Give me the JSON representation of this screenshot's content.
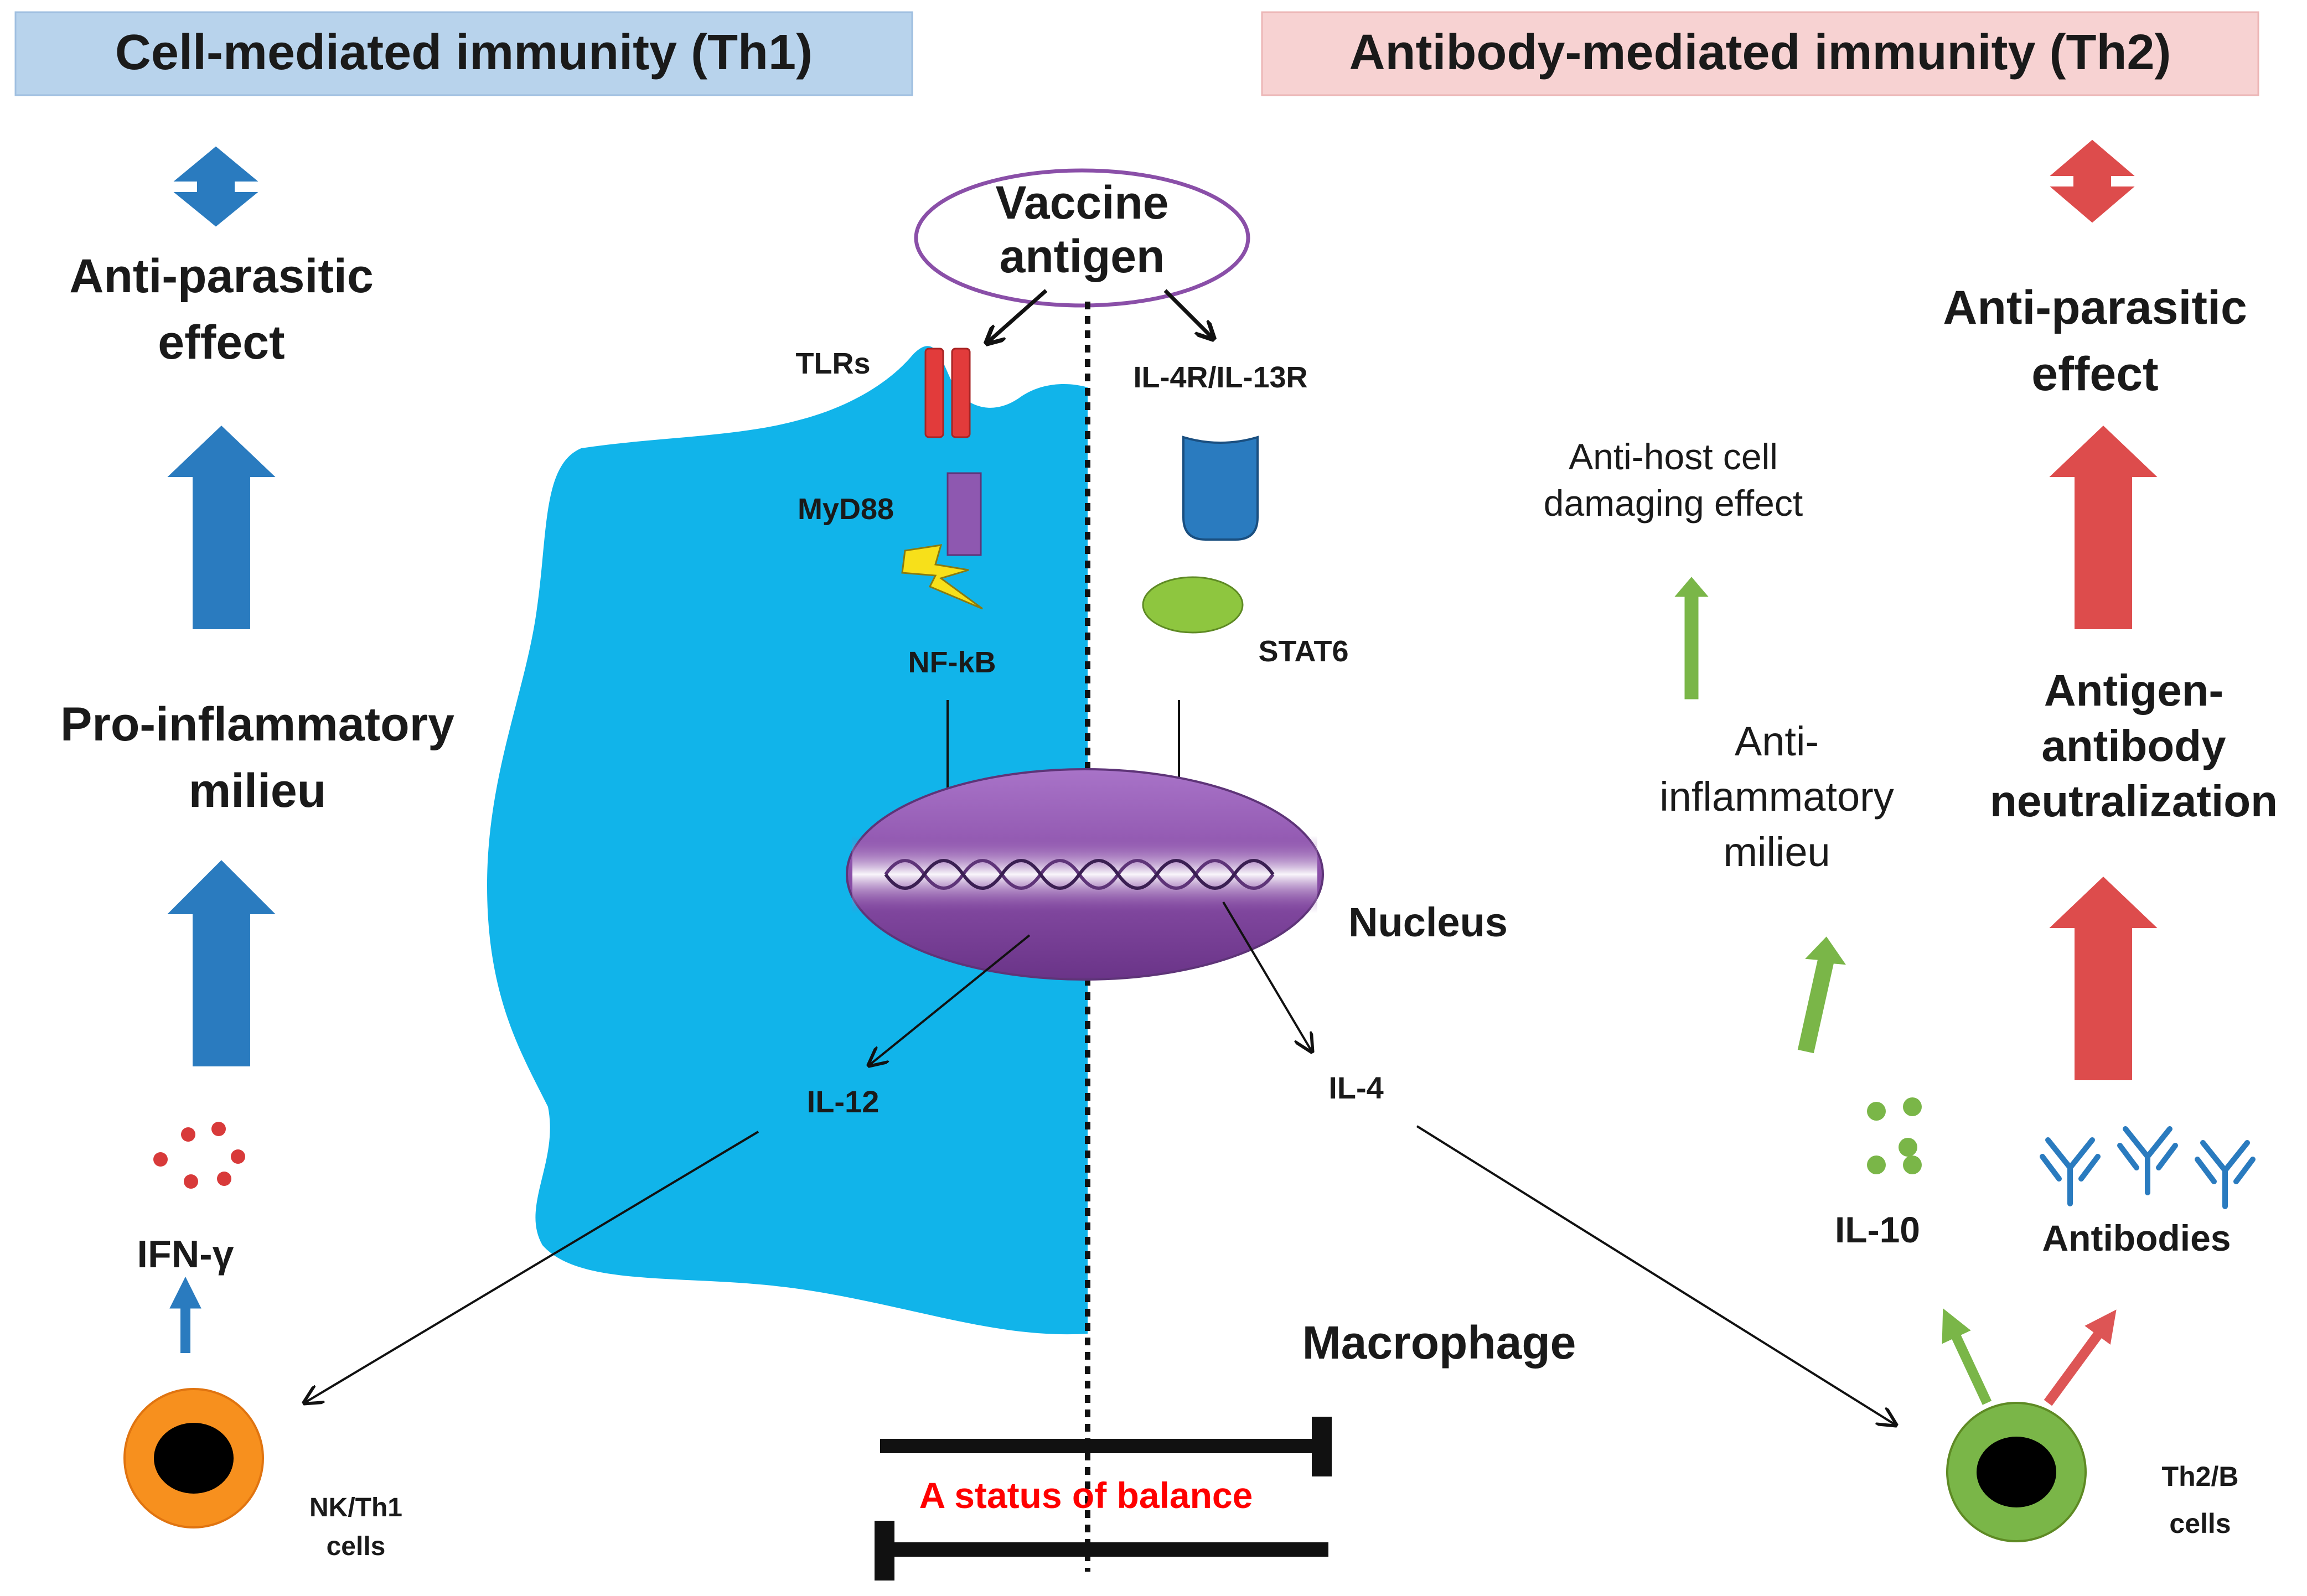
{
  "headers": {
    "left": "Cell-mediated immunity (Th1)",
    "right": "Antibody-mediated immunity (Th2)"
  },
  "center": {
    "vaccine_antigen": [
      "Vaccine",
      "antigen"
    ],
    "tlrs": "TLRs",
    "il4r_il13r": "IL-4R/IL-13R",
    "myd88": "MyD88",
    "nfkb": "NF-kB",
    "stat6": "STAT6",
    "nucleus": "Nucleus",
    "il12": "IL-12",
    "il4": "IL-4",
    "macrophage": "Macrophage",
    "balance": "A status of balance"
  },
  "left_column": {
    "anti_parasitic": [
      "Anti-parasitic",
      "effect"
    ],
    "pro_inflammatory": [
      "Pro-inflammatory",
      "milieu"
    ],
    "ifn": "IFN-γ",
    "cells": [
      "NK/Th1",
      "cells"
    ]
  },
  "right_column": {
    "anti_parasitic": [
      "Anti-parasitic",
      "effect"
    ],
    "anti_host": [
      "Anti-host cell",
      "damaging effect"
    ],
    "anti_inflammatory": [
      "Anti-",
      "inflammatory",
      "milieu"
    ],
    "neutralization": [
      "Antigen-",
      "antibody",
      "neutralization"
    ],
    "il10": "IL-10",
    "antibodies": "Antibodies",
    "cells": [
      "Th2/B",
      "cells"
    ]
  },
  "colors": {
    "th1_cell": "#11b4ea",
    "th2_cell": "#f2b8b6",
    "th1_arrow": "#2a7bbf",
    "th2_arrow": "#dd4c4c",
    "green": "#7ab648",
    "nucleus": "#8a4fa8",
    "balance_text": "#ff0000",
    "header_left_bg": "#b8d3ec",
    "header_right_bg": "#f7d2d2"
  }
}
